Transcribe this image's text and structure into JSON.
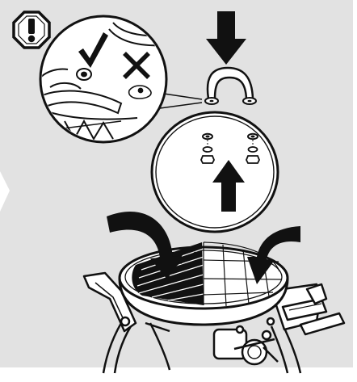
{
  "panel": {
    "background": "#e2e2e2",
    "frame": "#ffffff",
    "ink": "#111111",
    "paper": "#ffffff"
  },
  "callout": {
    "warning_icon": "exclamation-octagon-icon",
    "correct_icon": "checkmark-icon",
    "incorrect_icon": "cross-icon"
  },
  "steps": {
    "handle": "handle-press-down-arrow",
    "lid_screws": "screw-and-washer-up-arrow",
    "lid_close": [
      "lid-close-curved-arrow-left",
      "lid-close-curved-arrow-right"
    ]
  },
  "side_tab": "next-step-tab"
}
